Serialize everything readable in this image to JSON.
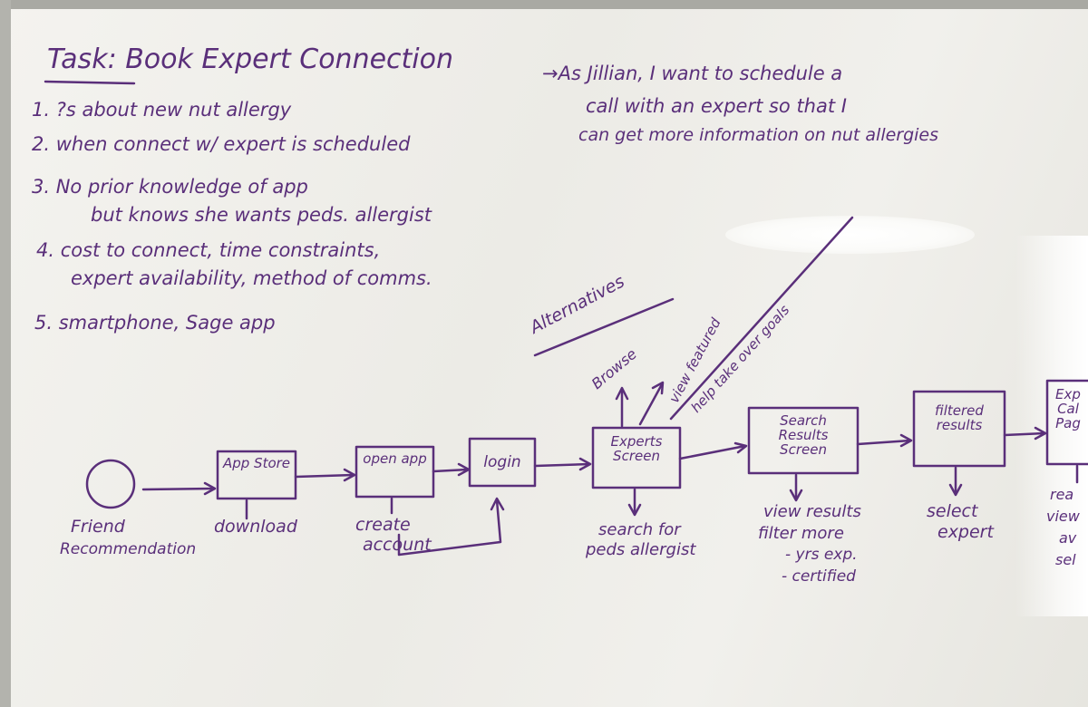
{
  "title": "Task: Book Expert Connection",
  "story": {
    "line1": "→As Jillian, I want to schedule a",
    "line2": "call with an expert so that I",
    "line3": "can get more information on nut allergies"
  },
  "notes": [
    {
      "text": "1. ?s about new nut allergy"
    },
    {
      "text": "2. when connect w/ expert is scheduled"
    },
    {
      "text": "3. No prior knowledge of app"
    },
    {
      "text": "but knows she wants peds. allergist"
    },
    {
      "text": "4. cost to connect, time constraints,"
    },
    {
      "text": "expert availability, method of comms."
    },
    {
      "text": "5. smartphone, Sage app"
    }
  ],
  "alternatives_label": "Alternatives",
  "flow": {
    "start_label": [
      "Friend",
      "Recommendation"
    ],
    "boxes": [
      {
        "label": "App Store"
      },
      {
        "label": "open app"
      },
      {
        "label": "login"
      },
      {
        "label": "Experts Screen"
      },
      {
        "label": "Search Results Screen"
      },
      {
        "label": "filtered results"
      },
      {
        "label": "Exp Cal Pag"
      }
    ],
    "below": {
      "download": "download",
      "create_account": [
        "create",
        "account"
      ],
      "search_for": [
        "search for",
        "peds allergist"
      ],
      "view_results": [
        "view results",
        "filter more",
        "- yrs exp.",
        "- certified"
      ],
      "select_expert": [
        "select",
        "expert"
      ],
      "partial": [
        "rea",
        "view",
        "av",
        "sel"
      ]
    },
    "above": {
      "browse": "Browse",
      "view_featured": "view featured",
      "help": "help take over goals"
    }
  }
}
